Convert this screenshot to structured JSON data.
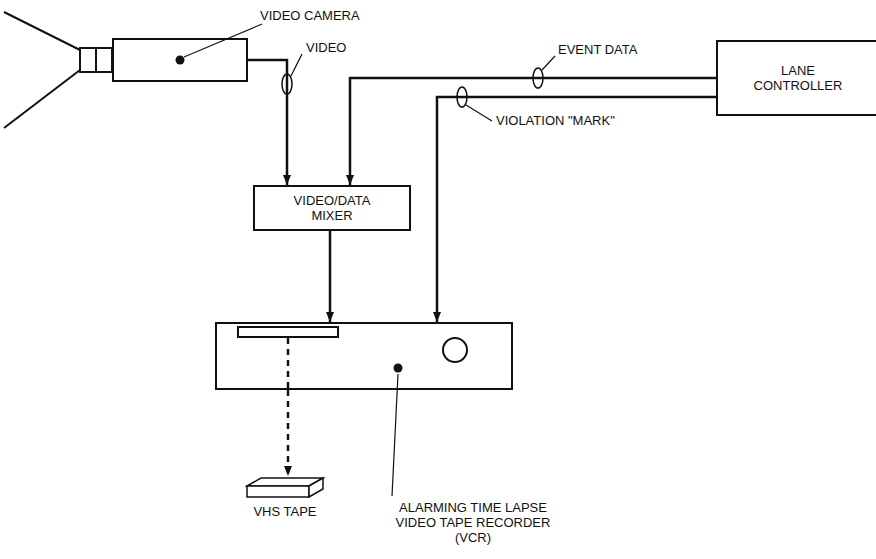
{
  "diagram": {
    "nodes": [
      {
        "text": [
          "VIDEO CAMERA"
        ]
      },
      {
        "text": [
          "LANE CONTROLLER"
        ]
      },
      {
        "text": [
          "VIDEO/DATA MIXER"
        ]
      },
      {
        "text": [
          "ALARMING TIME LAPSE VIDEO TAPE RECORDER (VCR)"
        ]
      },
      {
        "text": [
          "VHS TAPE"
        ]
      }
    ],
    "edges": [
      {
        "from": 0,
        "to": 2,
        "arrow": "to",
        "label": "VIDEO"
      },
      {
        "from": 1,
        "to": 2,
        "arrow": "to",
        "label": "EVENT DATA"
      },
      {
        "from": 2,
        "to": 3,
        "arrow": "to"
      },
      {
        "from": 1,
        "to": 3,
        "arrow": "to",
        "label": "VIOLATION \"MARK\""
      },
      {
        "from": 3,
        "to": 4,
        "arrow": "to"
      }
    ]
  }
}
